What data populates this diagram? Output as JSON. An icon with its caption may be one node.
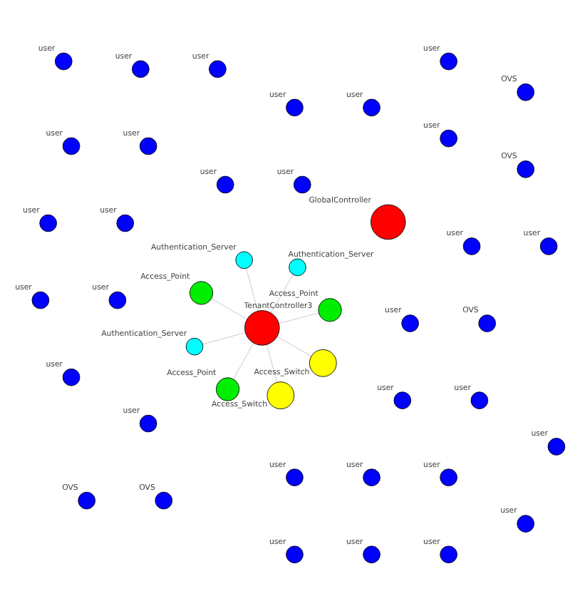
{
  "diagram": {
    "nodes": [
      {
        "text": [
          "user"
        ]
      },
      {
        "text": [
          "TenantController3"
        ]
      },
      {
        "text": [
          "GlobalController"
        ]
      },
      {
        "text": [
          "user"
        ]
      },
      {
        "text": [
          "user"
        ]
      },
      {
        "text": [
          "user"
        ]
      },
      {
        "text": [
          "user"
        ]
      },
      {
        "text": [
          "user"
        ]
      },
      {
        "text": [
          "user"
        ]
      },
      {
        "text": [
          "user"
        ]
      },
      {
        "text": [
          "user"
        ]
      },
      {
        "text": [
          "user"
        ]
      },
      {
        "text": [
          "user"
        ]
      },
      {
        "text": [
          "user"
        ]
      },
      {
        "text": [
          "user"
        ]
      },
      {
        "text": [
          "user"
        ]
      },
      {
        "text": [
          "user"
        ]
      },
      {
        "text": [
          "user"
        ]
      },
      {
        "text": [
          "OVS"
        ]
      },
      {
        "text": [
          "OVS"
        ]
      },
      {
        "text": [
          "OVS"
        ]
      },
      {
        "text": [
          "user"
        ]
      },
      {
        "text": [
          "Access_Point"
        ]
      },
      {
        "text": [
          "Access_Point"
        ]
      },
      {
        "text": [
          "Access_Point"
        ]
      },
      {
        "text": [
          "user"
        ]
      },
      {
        "text": [
          "user"
        ]
      },
      {
        "text": [
          "user"
        ]
      },
      {
        "text": [
          "user"
        ]
      },
      {
        "text": [
          "OVS"
        ]
      },
      {
        "text": [
          "Authentication_Server"
        ]
      },
      {
        "text": [
          "Authentication_Server"
        ]
      },
      {
        "text": [
          "Authentication_Server"
        ]
      },
      {
        "text": [
          "OVS"
        ]
      },
      {
        "text": [
          "user"
        ]
      },
      {
        "text": [
          "user"
        ]
      },
      {
        "text": [
          "user"
        ]
      },
      {
        "text": [
          "user"
        ]
      },
      {
        "text": [
          "user"
        ]
      },
      {
        "text": [
          "user"
        ]
      },
      {
        "text": [
          "user"
        ]
      },
      {
        "text": [
          "user"
        ]
      },
      {
        "text": [
          "user"
        ]
      },
      {
        "text": [
          "Access_Switch"
        ]
      },
      {
        "text": [
          "Access_Switch"
        ]
      }
    ],
    "edges": [
      {
        "from": 1,
        "to": 22,
        "arrow": "none"
      },
      {
        "from": 1,
        "to": 23,
        "arrow": "none"
      },
      {
        "from": 1,
        "to": 24,
        "arrow": "none"
      },
      {
        "from": 1,
        "to": 30,
        "arrow": "none"
      },
      {
        "from": 1,
        "to": 31,
        "arrow": "none"
      },
      {
        "from": 1,
        "to": 32,
        "arrow": "none"
      },
      {
        "from": 1,
        "to": 43,
        "arrow": "none"
      },
      {
        "from": 1,
        "to": 44,
        "arrow": "none"
      }
    ]
  }
}
